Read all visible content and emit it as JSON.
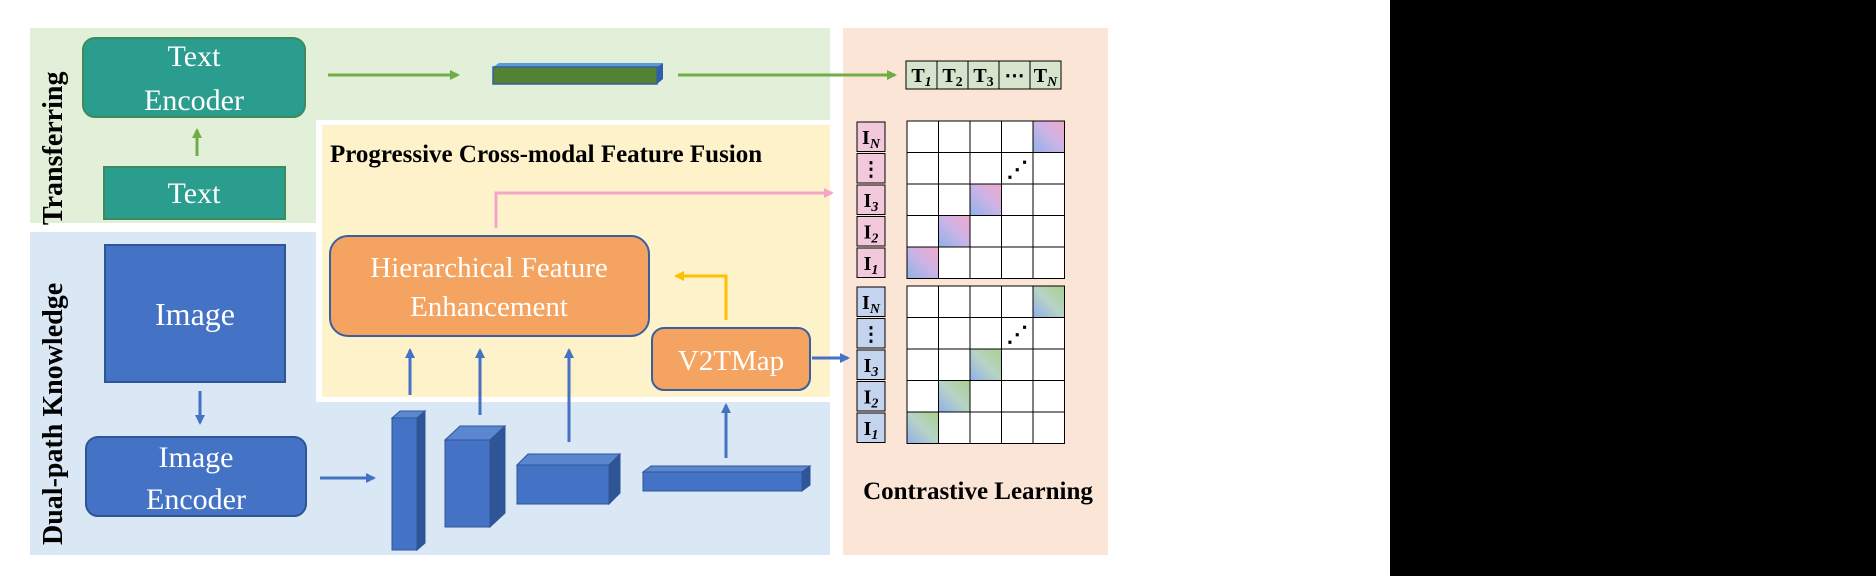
{
  "side_label": {
    "line1": "Dual-path Knowledge",
    "line2": "Transferring"
  },
  "text_branch": {
    "encoder_line1": "Text",
    "encoder_line2": "Encoder",
    "input": "Text"
  },
  "image_branch": {
    "input": "Image",
    "encoder_line1": "Image",
    "encoder_line2": "Encoder"
  },
  "fusion": {
    "title": "Progressive Cross-modal Feature Fusion",
    "hfe_line1": "Hierarchical Feature",
    "hfe_line2": "Enhancement",
    "v2t": "V2TMap"
  },
  "contrastive": {
    "title": "Contrastive Learning",
    "text_tokens": [
      {
        "base": "T",
        "sub": "1",
        "italic_sub": true
      },
      {
        "base": "T",
        "sub": "2",
        "italic_sub": false
      },
      {
        "base": "T",
        "sub": "3",
        "italic_sub": false
      },
      {
        "base": "⋯",
        "sub": "",
        "italic_sub": false
      },
      {
        "base": "T",
        "sub": "N",
        "italic_sub": false
      }
    ],
    "image_tokens": [
      {
        "base": "I",
        "sub": "N"
      },
      {
        "base": "⋮",
        "sub": ""
      },
      {
        "base": "I",
        "sub": "3"
      },
      {
        "base": "I",
        "sub": "2"
      },
      {
        "base": "I",
        "sub": "1"
      }
    ],
    "diag_ellipsis": "⋰"
  },
  "colors": {
    "green_bg": "#e2efd9",
    "blue_bg": "#dae8f5",
    "yellow_bg": "#fef2cb",
    "peach_bg": "#fbe5d6",
    "teal": "#2a9d8f",
    "blue": "#4472c4",
    "orange": "#f4a460",
    "green_arrow": "#70ad47",
    "pink_arrow": "#f4a6c8",
    "yellow_arrow": "#ffc000",
    "pink_cell": "#f2c9dc",
    "blue_cell": "#c5d4ee",
    "token_green": "#d6e4cd"
  }
}
